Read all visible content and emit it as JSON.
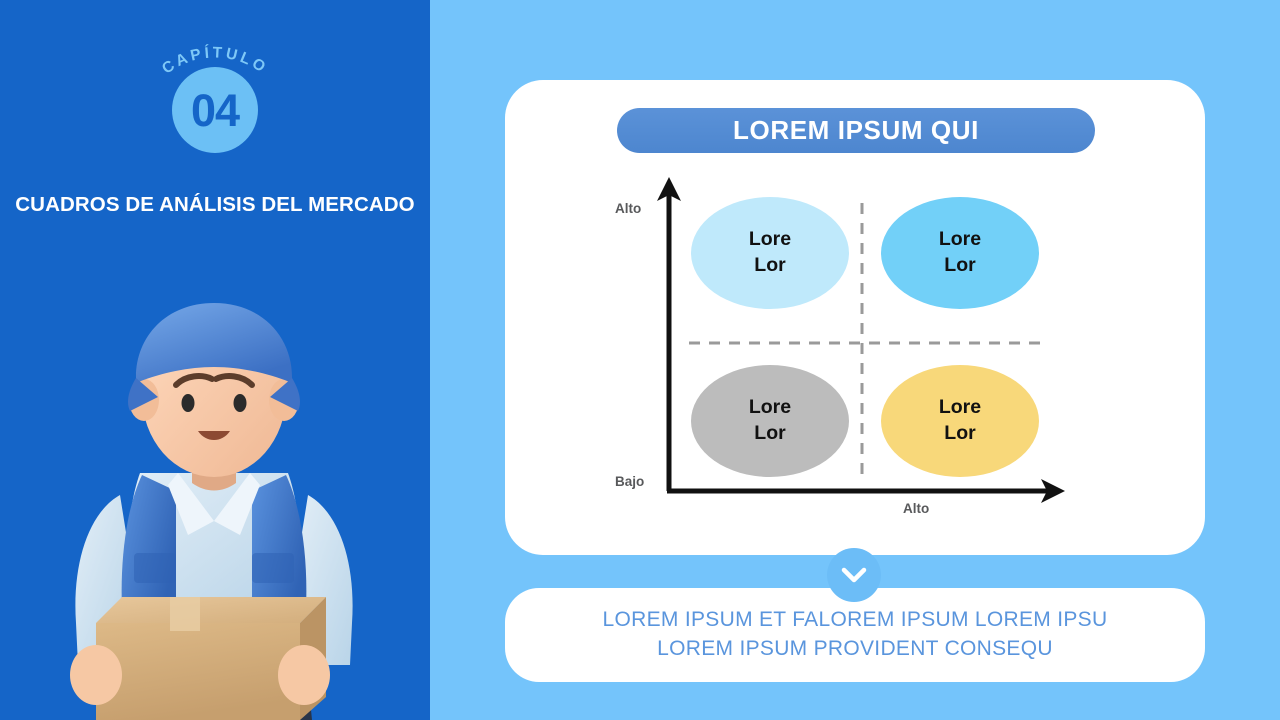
{
  "slide": {
    "background_left": "#1565c8",
    "background_right": "#74c4fb"
  },
  "sidebar": {
    "chapter_eyebrow": "CAPÍTULO",
    "chapter_number": "04",
    "section_title": "CUADROS DE ANÁLISIS DEL MERCADO",
    "illustration": "delivery-worker-holding-box"
  },
  "card": {
    "title": "LOREM IPSUM QUI",
    "title_pill_color": "#4d86cf"
  },
  "chevron": {
    "icon": "chevron-down-icon",
    "color": "#6cbdf7"
  },
  "caption": {
    "line1": "LOREM IPSUM ET FALOREM IPSUM LOREM IPSU",
    "line2": "LOREM IPSUM PROVIDENT CONSEQU",
    "color": "#5a95dd"
  },
  "chart_data": {
    "type": "scatter",
    "title": "LOREM IPSUM QUI",
    "xlabel": "Alto",
    "ylabel": "",
    "x_axis_ticks": [
      "Alto"
    ],
    "y_axis_ticks": [
      "Bajo",
      "Alto"
    ],
    "grid": "dashed-quadrant-crosshair",
    "legend": "none",
    "quadrants": [
      {
        "name": "top-left",
        "label_line1": "Lore",
        "label_line2": "Lor",
        "x": 0.25,
        "y": 0.75,
        "color": "#bfe9fb",
        "rx": 78,
        "ry": 56
      },
      {
        "name": "top-right",
        "label_line1": "Lore",
        "label_line2": "Lor",
        "x": 0.75,
        "y": 0.75,
        "color": "#72d0f8",
        "rx": 78,
        "ry": 56
      },
      {
        "name": "bottom-left",
        "label_line1": "Lore",
        "label_line2": "Lor",
        "x": 0.25,
        "y": 0.25,
        "color": "#bcbcbc",
        "rx": 78,
        "ry": 56
      },
      {
        "name": "bottom-right",
        "label_line1": "Lore",
        "label_line2": "Lor",
        "x": 0.75,
        "y": 0.25,
        "color": "#f8d87a",
        "rx": 78,
        "ry": 56
      }
    ]
  }
}
